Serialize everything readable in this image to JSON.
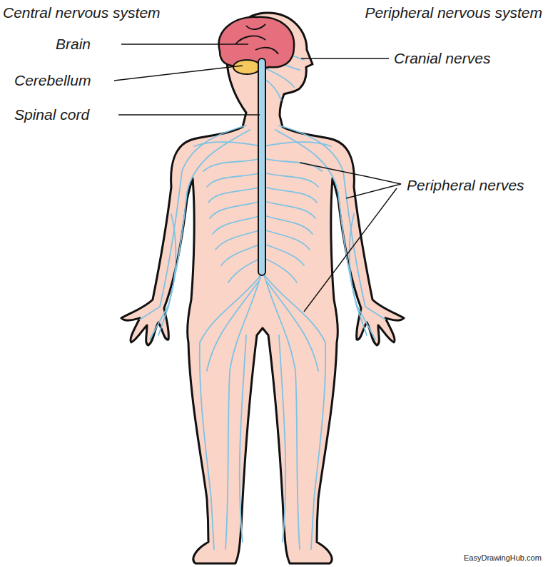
{
  "diagram": {
    "labels": [
      "Central nervous system",
      "Peripheral nervous system",
      "Brain",
      "Cerebellum",
      "Spinal cord",
      "Cranial nerves",
      "Peripheral nerves",
      "EasyDrawingHub.com"
    ]
  }
}
